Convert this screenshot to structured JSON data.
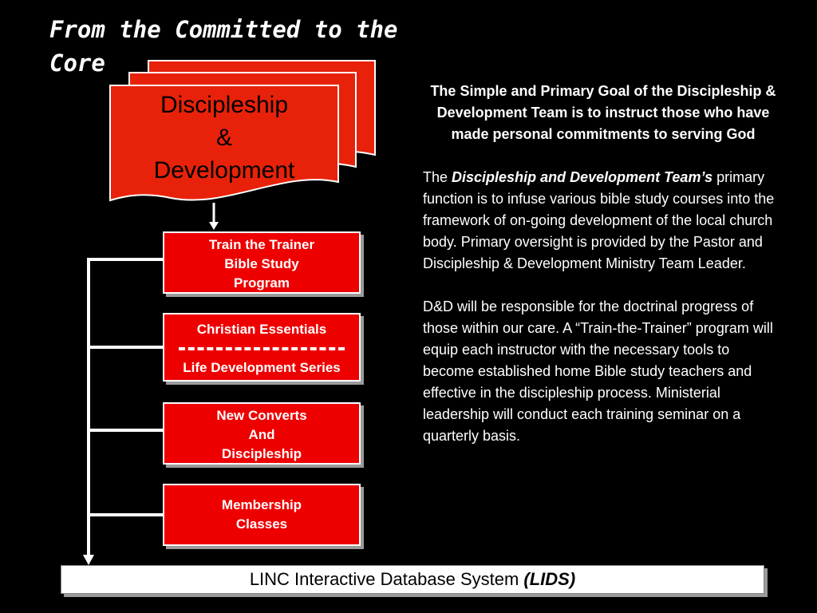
{
  "title": {
    "line1": "From the Committed to the",
    "line2": "Core"
  },
  "doc_stack": {
    "line1": "Discipleship",
    "line2": "&",
    "line3": "Development"
  },
  "boxes": [
    {
      "lines": [
        "Train the Trainer",
        "Bible Study",
        "Program"
      ]
    },
    {
      "top": "Christian Essentials",
      "bottom": "Life Development Series"
    },
    {
      "lines": [
        "New Converts",
        "And",
        "Discipleship"
      ]
    },
    {
      "lines": [
        "Membership",
        "Classes"
      ]
    }
  ],
  "info": {
    "goal": "The Simple and Primary Goal of the Discipleship & Development Team is to instruct those who have made personal commitments to serving God",
    "p2_prefix": "The ",
    "p2_emphasis": "Discipleship and Development Team’s",
    "p2_rest": " primary function is to infuse various bible study courses into the framework of on-going development of the local church body.  Primary oversight is provided by the Pastor and Discipleship & Development Ministry Team Leader.",
    "p3": "D&D will be responsible for the doctrinal progress of those within our care. A “Train-the-Trainer” program will equip each instructor with the necessary tools to become established home Bible study teachers and effective in the discipleship process.  Ministerial leadership will conduct each training seminar on a quarterly basis."
  },
  "lids": {
    "main": "LINC Interactive Database System ",
    "abbr": "(LIDS)"
  },
  "colors": {
    "background": "#000000",
    "box_red": "#ee0000",
    "doc_red": "#e8220a",
    "line_white": "#ffffff",
    "shadow_gray": "#9a9a9a"
  }
}
